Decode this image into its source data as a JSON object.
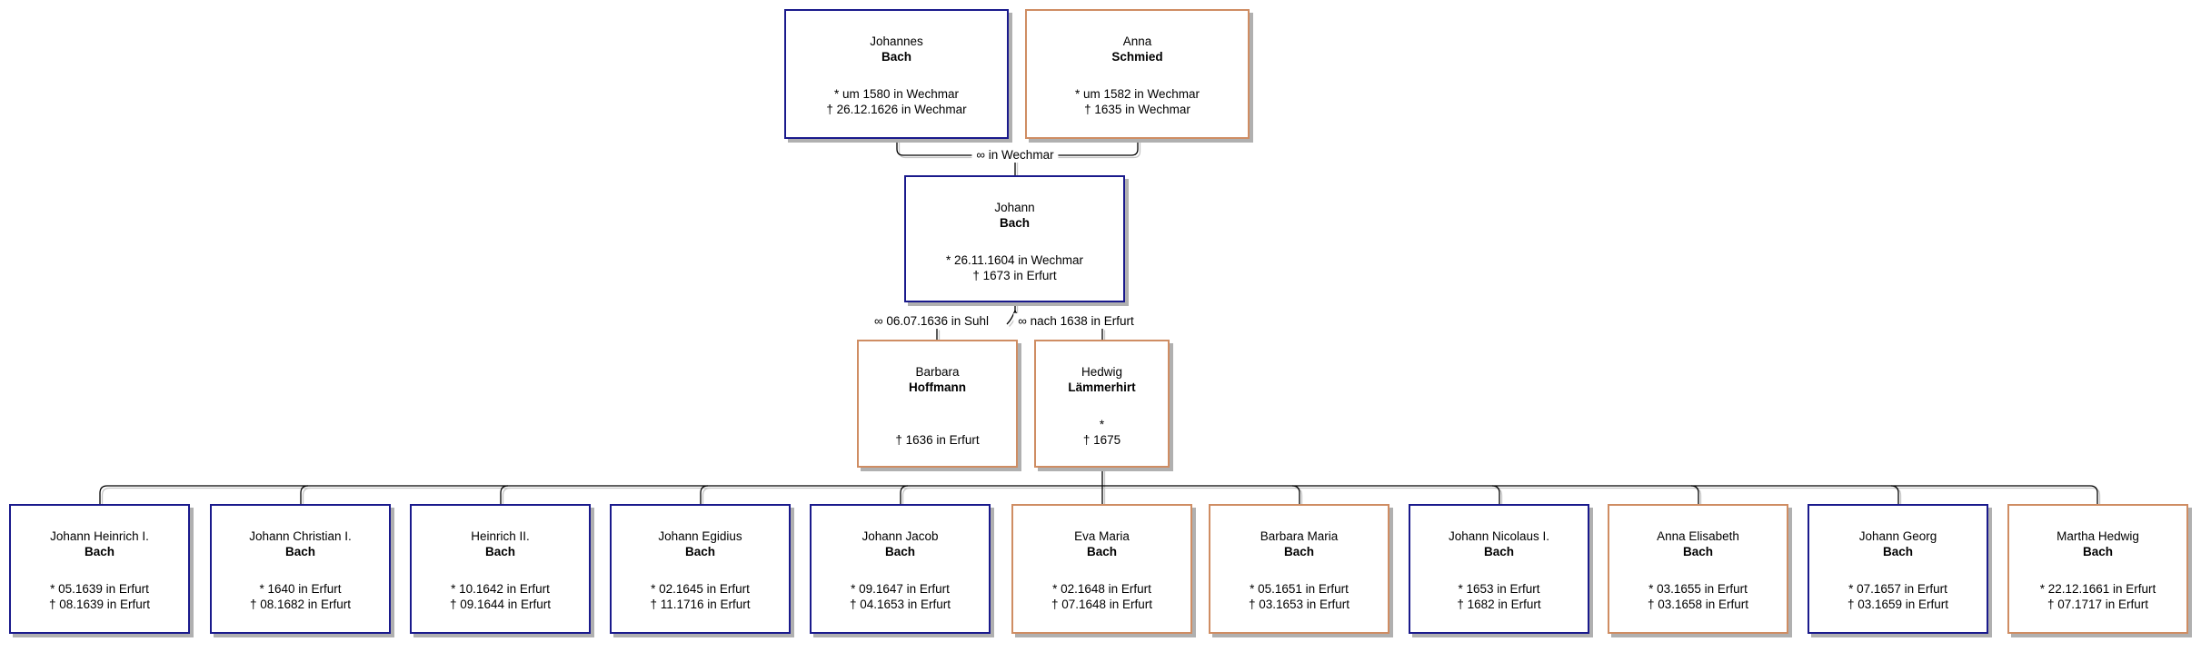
{
  "colors": {
    "male_border": "#1a1a8c",
    "female_border": "#cf8d63",
    "box_shadow": "#b0b0b0",
    "line": "#000000",
    "background": "#ffffff"
  },
  "symbols": {
    "birth": "*",
    "death": "†",
    "marriage": "∞"
  },
  "marriages": {
    "parents": "∞ in Wechmar",
    "first": "∞  06.07.1636 in Suhl",
    "second": "∞ nach 1638 in Erfurt"
  },
  "persons": {
    "father": {
      "given": "Johannes",
      "surname": "Bach",
      "birth": "*  um 1580 in Wechmar",
      "death": "†  26.12.1626 in Wechmar",
      "sex": "male"
    },
    "mother": {
      "given": "Anna",
      "surname": "Schmied",
      "birth": "*  um 1582 in Wechmar",
      "death": "†  1635 in Wechmar",
      "sex": "female"
    },
    "subject": {
      "given": "Johann",
      "surname": "Bach",
      "birth": "*  26.11.1604 in Wechmar",
      "death": "†  1673 in Erfurt",
      "sex": "male"
    },
    "wife1": {
      "given": "Barbara",
      "surname": "Hoffmann",
      "birth": "",
      "death": "†  1636 in Erfurt",
      "sex": "female"
    },
    "wife2": {
      "given": "Hedwig",
      "surname": "Lämmerhirt",
      "birth": "*",
      "death": "†  1675",
      "sex": "female"
    }
  },
  "children": [
    {
      "given": "Johann Heinrich I.",
      "surname": "Bach",
      "birth": "*  05.1639 in Erfurt",
      "death": "†  08.1639 in Erfurt",
      "sex": "male"
    },
    {
      "given": "Johann Christian I.",
      "surname": "Bach",
      "birth": "*  1640 in Erfurt",
      "death": "†  08.1682 in Erfurt",
      "sex": "male"
    },
    {
      "given": "Heinrich II.",
      "surname": "Bach",
      "birth": "*  10.1642 in Erfurt",
      "death": "†  09.1644 in Erfurt",
      "sex": "male"
    },
    {
      "given": "Johann Egidius",
      "surname": "Bach",
      "birth": "*  02.1645 in Erfurt",
      "death": "†  11.1716 in Erfurt",
      "sex": "male"
    },
    {
      "given": "Johann Jacob",
      "surname": "Bach",
      "birth": "*  09.1647 in Erfurt",
      "death": "†  04.1653 in Erfurt",
      "sex": "male"
    },
    {
      "given": "Eva Maria",
      "surname": "Bach",
      "birth": "*  02.1648 in Erfurt",
      "death": "†  07.1648 in Erfurt",
      "sex": "female"
    },
    {
      "given": "Barbara Maria",
      "surname": "Bach",
      "birth": "*  05.1651 in Erfurt",
      "death": "†  03.1653 in Erfurt",
      "sex": "female"
    },
    {
      "given": "Johann Nicolaus I.",
      "surname": "Bach",
      "birth": "*  1653 in Erfurt",
      "death": "†  1682 in Erfurt",
      "sex": "male"
    },
    {
      "given": "Anna Elisabeth",
      "surname": "Bach",
      "birth": "*  03.1655 in Erfurt",
      "death": "†  03.1658 in Erfurt",
      "sex": "female"
    },
    {
      "given": "Johann Georg",
      "surname": "Bach",
      "birth": "*  07.1657 in Erfurt",
      "death": "†  03.1659 in Erfurt",
      "sex": "male"
    },
    {
      "given": "Martha Hedwig",
      "surname": "Bach",
      "birth": "*  22.12.1661 in Erfurt",
      "death": "†  07.1717 in Erfurt",
      "sex": "female"
    }
  ]
}
